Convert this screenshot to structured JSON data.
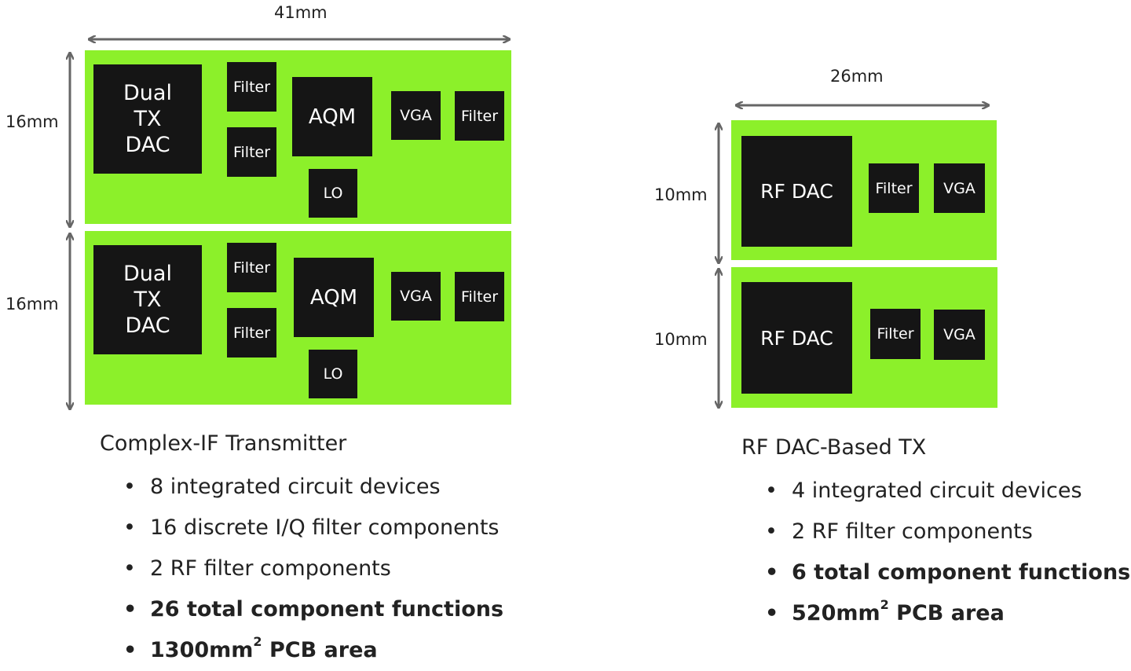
{
  "left": {
    "width_label": "41mm",
    "height_labels": [
      "16mm",
      "16mm"
    ],
    "chips": {
      "dac": [
        "Dual",
        "TX",
        "DAC"
      ],
      "filter_a": "Filter",
      "filter_b": "Filter",
      "aqm": "AQM",
      "lo": "LO",
      "vga": "VGA",
      "filter_c": "Filter"
    },
    "heading": "Complex-IF Transmitter",
    "bullets": [
      "8 integrated circuit devices",
      "16 discrete I/Q filter components",
      "2 RF filter components",
      "26 total component functions"
    ],
    "area": {
      "prefix": "1300mm",
      "sup": "2",
      "suffix": " PCB area"
    }
  },
  "right": {
    "width_label": "26mm",
    "height_labels": [
      "10mm",
      "10mm"
    ],
    "chips": {
      "dac": "RF DAC",
      "filter": "Filter",
      "vga": "VGA"
    },
    "heading": "RF DAC-Based TX",
    "bullets": [
      "4 integrated circuit devices",
      "2 RF filter components",
      "6 total component functions"
    ],
    "area": {
      "prefix": "520mm",
      "sup": "2",
      "suffix": " PCB area"
    }
  },
  "colors": {
    "board": "#8CF02A",
    "chip": "#151515",
    "arrow": "#666666"
  }
}
